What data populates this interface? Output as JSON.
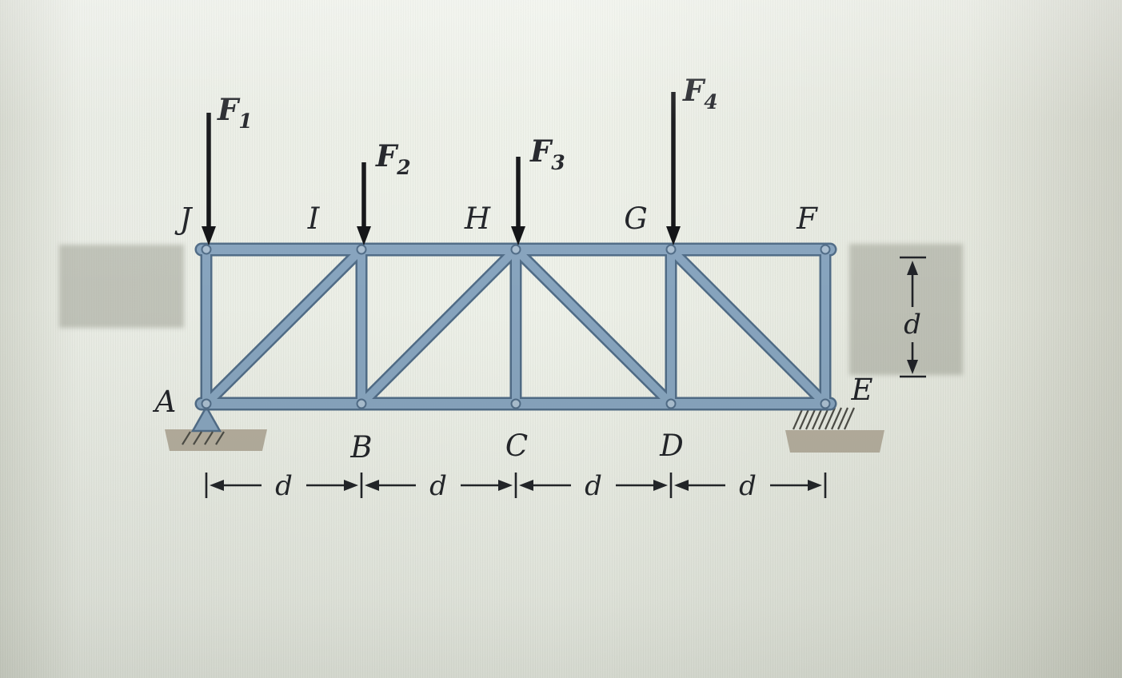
{
  "figure": {
    "type": "truss-diagram",
    "top_joint_labels": [
      "J",
      "I",
      "H",
      "G",
      "F"
    ],
    "bottom_joint_labels": [
      "A",
      "B",
      "C",
      "D",
      "E"
    ],
    "force_labels": [
      {
        "symbol": "F",
        "subscript": "1"
      },
      {
        "symbol": "F",
        "subscript": "2"
      },
      {
        "symbol": "F",
        "subscript": "3"
      },
      {
        "symbol": "F",
        "subscript": "4"
      }
    ],
    "span_dimension_labels": [
      "d",
      "d",
      "d",
      "d"
    ],
    "height_dimension_label": "d",
    "colors": {
      "member_fill": "#86a3bd",
      "member_outline": "#4f6b86",
      "gusset_fill": "#a9bdcf",
      "ground_fill": "#b3ac9c",
      "ink": "#1f2126",
      "page_background": "#e8ebe3"
    }
  }
}
